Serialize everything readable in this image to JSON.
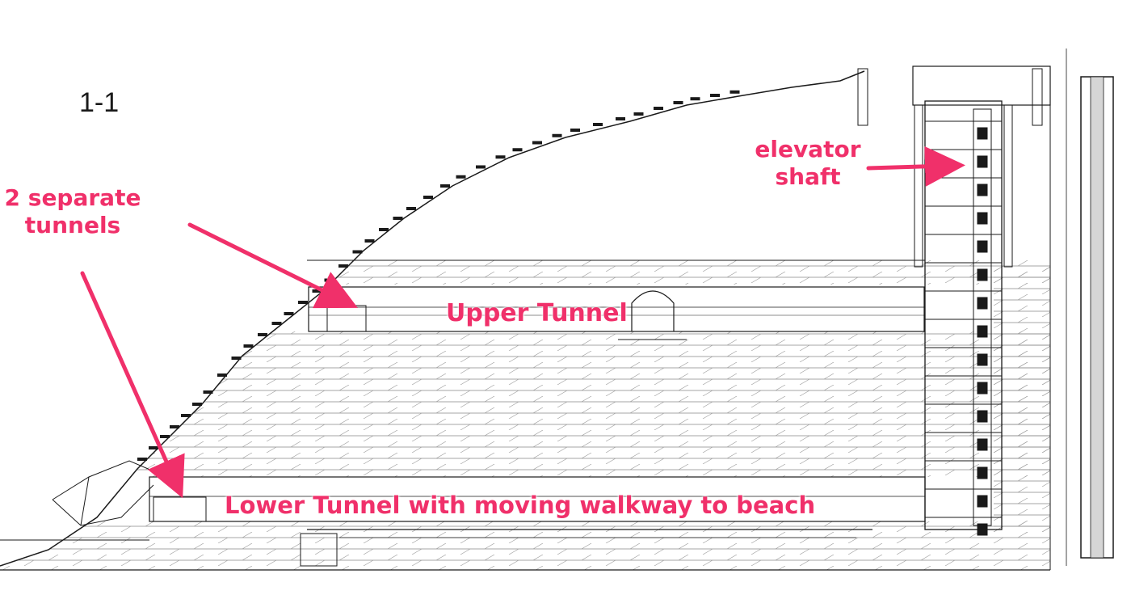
{
  "section_label": "1-1",
  "callouts": {
    "separate_tunnels": [
      "2 separate",
      "tunnels"
    ],
    "elevator_shaft": [
      "elevator",
      "shaft"
    ],
    "upper_tunnel": "Upper Tunnel",
    "lower_tunnel": "Lower Tunnel with moving walkway to beach"
  },
  "colors": {
    "callout": "#f0306a",
    "linework": "#1a1a1a",
    "hatch": "#8a8a8a"
  }
}
